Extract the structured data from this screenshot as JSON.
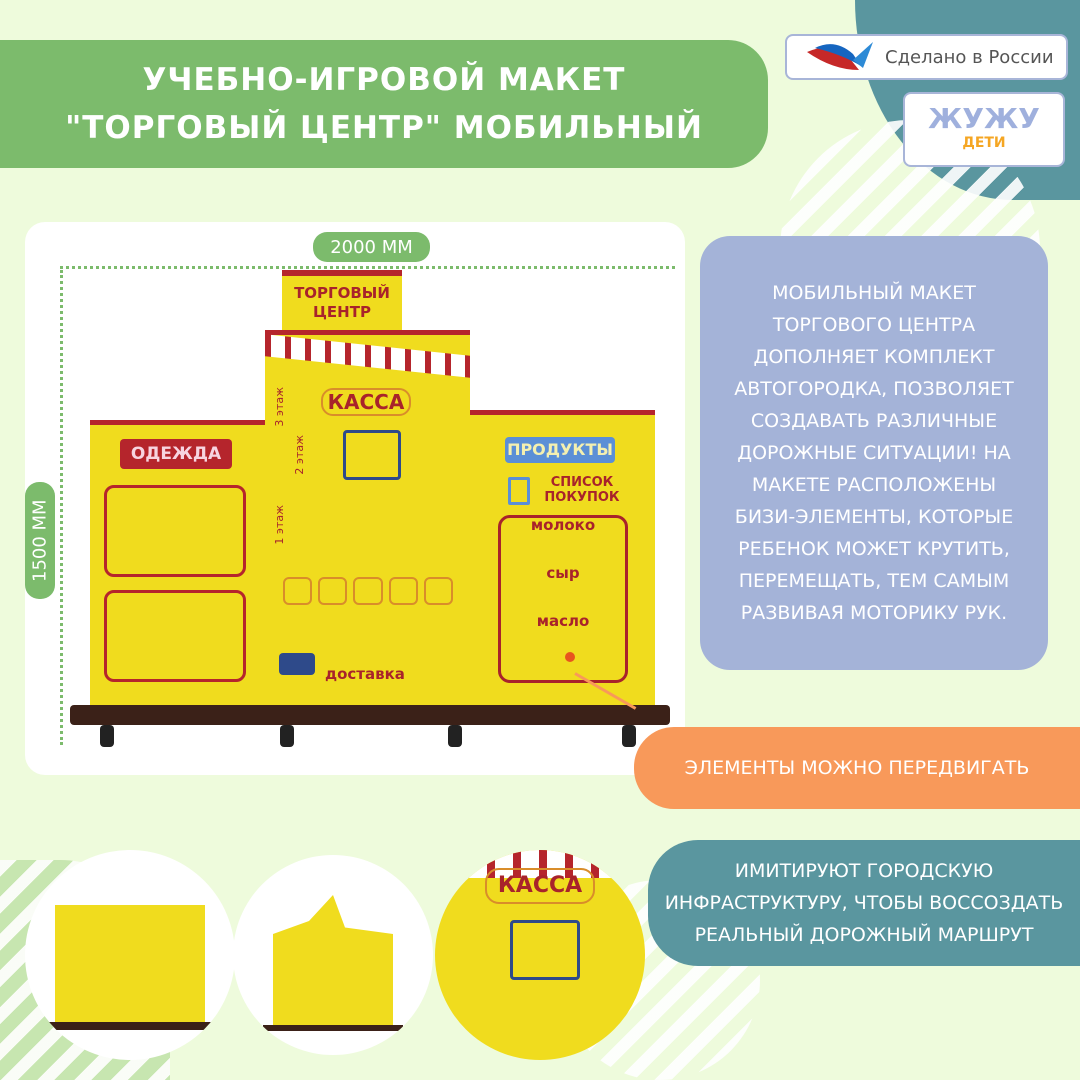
{
  "title": "УЧЕБНО-ИГРОВОЙ МАКЕТ \"ТОРГОВЫЙ ЦЕНТР\" МОБИЛЬНЫЙ",
  "badges": {
    "made_in": "Сделано в России",
    "brand_top": "ЖУЖУ",
    "brand_bottom": "ДЕТИ"
  },
  "dimensions": {
    "width": "2000 ММ",
    "height": "1500 ММ"
  },
  "product": {
    "top_sign": "ТОРГОВЫЙ ЦЕНТР",
    "kassa": "КАССА",
    "clothes": "ОДЕЖДА",
    "products": "ПРОДУКТЫ",
    "shopping_list": "СПИСОК ПОКУПОК",
    "items": [
      "молоко",
      "сыр",
      "масло"
    ],
    "floors": [
      "3 этаж",
      "2 этаж",
      "1 этаж"
    ],
    "delivery": "доставка"
  },
  "description": "Мобильный макет торгового центра дополняет комплект автогородка, позволяет создавать различные дорожные ситуации! На макете расположены бизи-элементы, которые ребенок может крутить, перемещать, тем самым развивая моторику рук.",
  "callout_movable": "ЭЛЕМЕНТЫ МОЖНО ПЕРЕДВИГАТЬ",
  "callout_infra": "ИМИТИРУЮТ ГОРОДСКУЮ ИНФРАСТРУКТУРУ, ЧТОБЫ ВОССОЗДАТЬ РЕАЛЬНЫЙ ДОРОЖНЫЙ МАРШРУТ",
  "colors": {
    "green": "#7cbb6c",
    "teal": "#5a969f",
    "lavender": "#a4b3d8",
    "orange": "#f8995a",
    "yellow": "#f0dc1e"
  }
}
